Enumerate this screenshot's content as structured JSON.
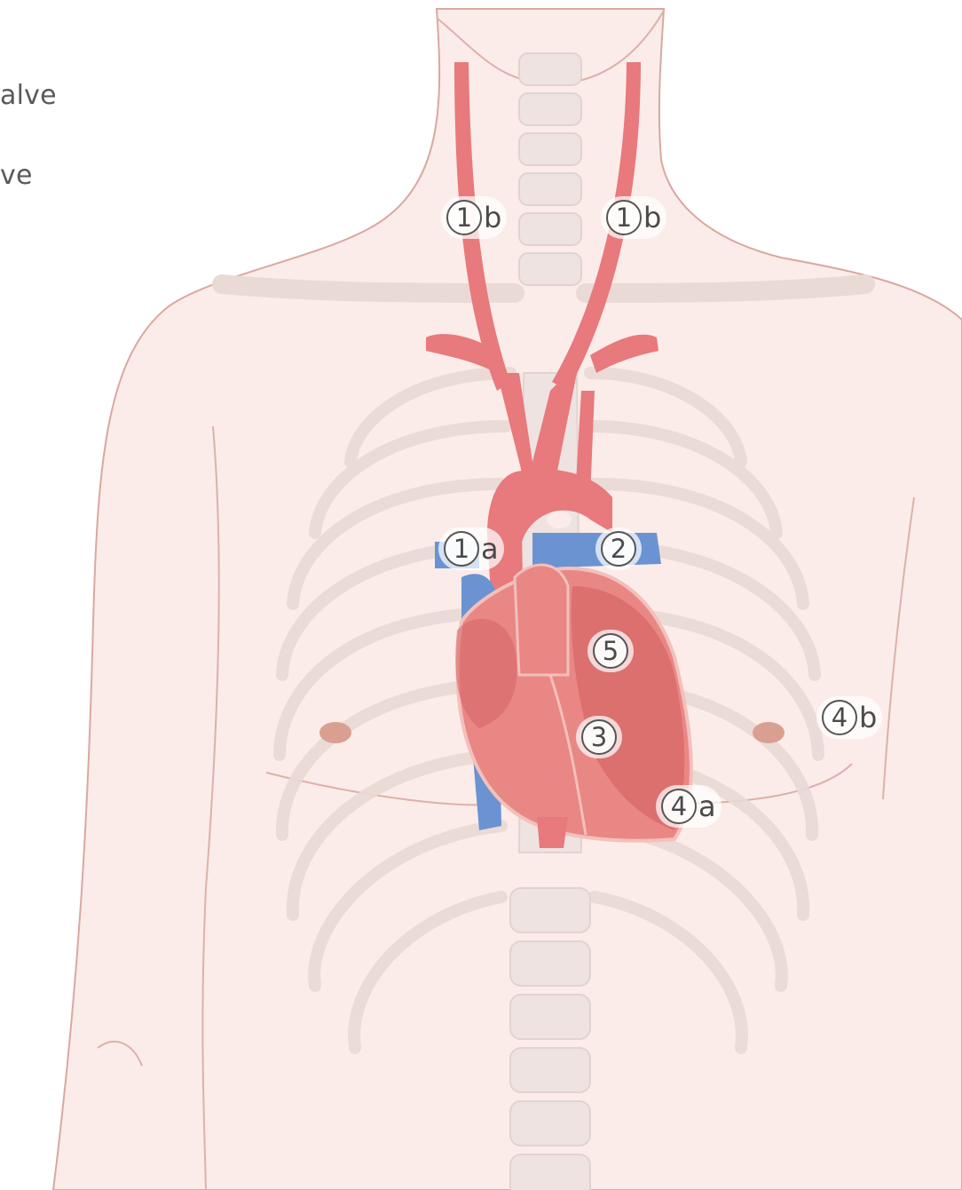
{
  "legend": {
    "line1": "alve",
    "line2": "ve"
  },
  "markers": {
    "m1b_left": {
      "num": "1",
      "suffix": "b"
    },
    "m1b_right": {
      "num": "1",
      "suffix": "b"
    },
    "m1a": {
      "num": "1",
      "suffix": "a"
    },
    "m2": {
      "num": "2",
      "suffix": ""
    },
    "m5": {
      "num": "5",
      "suffix": ""
    },
    "m3": {
      "num": "3",
      "suffix": ""
    },
    "m4a": {
      "num": "4",
      "suffix": "a"
    },
    "m4b": {
      "num": "4",
      "suffix": "b"
    }
  },
  "colors": {
    "skin": "#f9e8e5",
    "skin_outline": "#d9a8a1",
    "bone": "#efe3e0",
    "artery": "#e8797c",
    "vein": "#6b93d1",
    "heart": "#e98785",
    "heart_dark": "#d56868",
    "nipple": "#d9a091"
  }
}
